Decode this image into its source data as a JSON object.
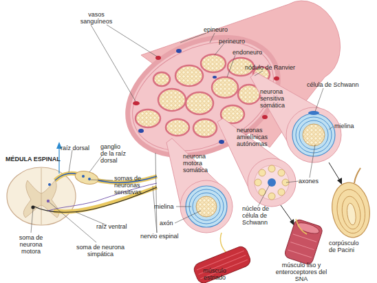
{
  "diagram": {
    "labels": [
      "vasos sanguíneos",
      "epineuro",
      "perineuro",
      "endoneuro",
      "nódulo de Ranvier",
      "célula de Schwann",
      "neurona sensitiva somática",
      "mielina",
      "neuronas amielínicas autónomas",
      "axones",
      "MÉDULA ESPINAL",
      "raíz dorsal",
      "ganglio de la raíz dorsal",
      "somas de neuronas sensitivas",
      "neurona motora somática",
      "mielina",
      "axón",
      "núcleo de célula de Schwann",
      "corpúsculo de Pacini",
      "raíz ventral",
      "soma de neurona motora",
      "soma de neurona simpática",
      "nervio espinal",
      "músculo estriado",
      "músculo liso y enteroceptores del SNA"
    ]
  }
}
